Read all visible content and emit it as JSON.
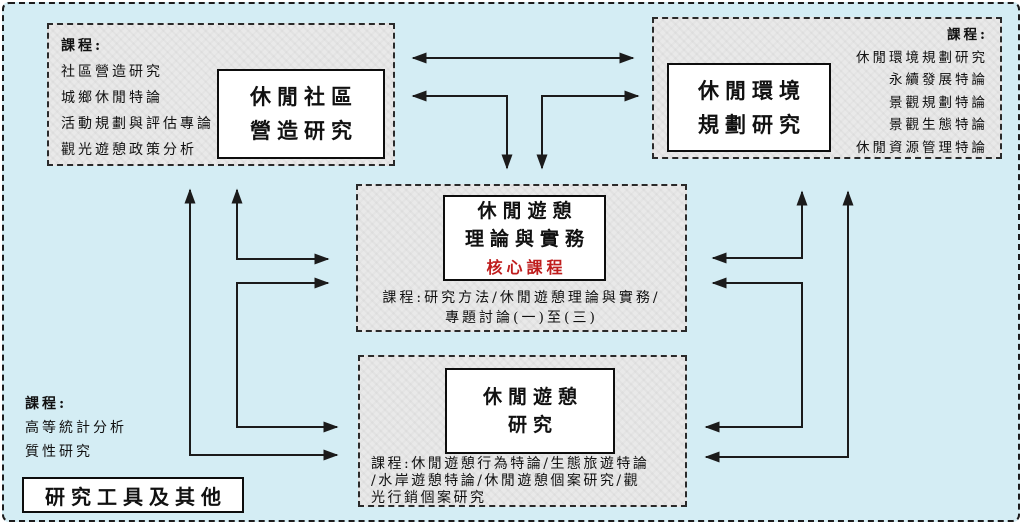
{
  "colors": {
    "background": "#d4edf4",
    "panel_fill": "#e9e9e9",
    "line": "#1b1b1b",
    "accent_red": "#bf1d1d"
  },
  "community_panel": {
    "label": "課程:",
    "courses": [
      "社區營造研究",
      "城鄉休閒特論",
      "活動規劃與評估專論",
      "觀光遊憩政策分析"
    ],
    "title": {
      "line1": "休閒社區",
      "line2": "營造研究"
    }
  },
  "environment_panel": {
    "label": "課程:",
    "courses": [
      "休閒環境規劃研究",
      "永續發展特論",
      "景觀規劃特論",
      "景觀生態特論",
      "休閒資源管理特論"
    ],
    "title": {
      "line1": "休閒環境",
      "line2": "規劃研究"
    }
  },
  "core_panel": {
    "title": {
      "line1": "休閒遊憩",
      "line2": "理論與實務"
    },
    "badge": "核心課程",
    "caption": {
      "line1": "課程:研究方法/休閒遊憩理論與實務/",
      "line2": "專題討論(一)至(三)"
    }
  },
  "research_panel": {
    "title": {
      "line1": "休閒遊憩",
      "line2": "研究"
    },
    "caption": {
      "line1": "課程:休閒遊憩行為特論/生態旅遊特論",
      "line2": "/水岸遊憩特論/休閒遊憩個案研究/觀",
      "line3": "光行銷個案研究"
    }
  },
  "tools_panel": {
    "label": "課程:",
    "courses": [
      "高等統計分析",
      "質性研究"
    ],
    "title": "研究工具及其他"
  },
  "arrows": [
    {
      "between": [
        "community-panel",
        "environment-panel"
      ],
      "route": "top",
      "heads": "both"
    },
    {
      "between": [
        "community-panel",
        "core-panel"
      ],
      "route": "top",
      "heads": "both"
    },
    {
      "between": [
        "environment-panel",
        "core-panel"
      ],
      "route": "top",
      "heads": "both"
    },
    {
      "between": [
        "community-panel",
        "core-panel"
      ],
      "route": "left",
      "heads": "both"
    },
    {
      "between": [
        "community-panel",
        "research-panel"
      ],
      "route": "left",
      "heads": "both"
    },
    {
      "between": [
        "core-panel",
        "research-panel"
      ],
      "route": "left",
      "heads": "both"
    },
    {
      "between": [
        "environment-panel",
        "core-panel"
      ],
      "route": "right",
      "heads": "both"
    },
    {
      "between": [
        "environment-panel",
        "research-panel"
      ],
      "route": "right",
      "heads": "both"
    },
    {
      "between": [
        "core-panel",
        "research-panel"
      ],
      "route": "right",
      "heads": "both"
    }
  ]
}
